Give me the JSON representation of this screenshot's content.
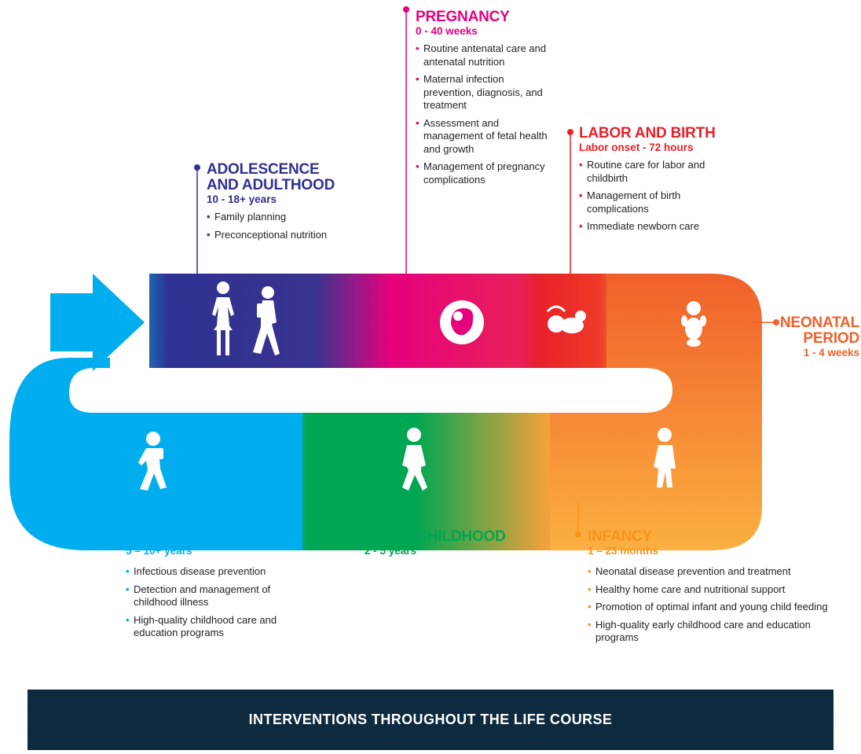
{
  "footer": {
    "title": "INTERVENTIONS THROUGHOUT THE LIFE COURSE"
  },
  "colors": {
    "adolescence": "#2e3192",
    "pregnancy": "#e6007e",
    "labor": "#e8202a",
    "neonatal": "#f0602a",
    "infancy": "#f7941d",
    "early_childhood": "#00a651",
    "school_age": "#00aeef",
    "footer_bg": "#0d2a3f"
  },
  "stages": {
    "adolescence": {
      "title_line1": "ADOLESCENCE",
      "title_line2": "AND ADULTHOOD",
      "subtitle": "10 - 18+ years",
      "items": [
        "Family planning",
        "Preconceptional nutrition"
      ]
    },
    "pregnancy": {
      "title": "PREGNANCY",
      "subtitle": "0 - 40 weeks",
      "items": [
        "Routine antenatal care and antenatal nutrition",
        "Maternal infection prevention, diagnosis, and treatment",
        "Assessment and management of fetal health and growth",
        "Management of pregnancy complications"
      ]
    },
    "labor": {
      "title": "LABOR AND BIRTH",
      "subtitle": "Labor onset - 72 hours",
      "items": [
        "Routine care for labor and childbirth",
        "Management of birth complications",
        "Immediate newborn care"
      ]
    },
    "neonatal": {
      "title_line1": "NEONATAL",
      "title_line2": "PERIOD",
      "subtitle": "1 - 4 weeks"
    },
    "infancy": {
      "title": "INFANCY",
      "subtitle": "1 – 23 months",
      "items": [
        "Neonatal disease  prevention and treatment",
        "Healthy home care and nutritional support",
        "Promotion of optimal infant and young child feeding",
        "High-quality early childhood care and education programs"
      ]
    },
    "early_childhood": {
      "title": "EARLY CHILDHOOD",
      "subtitle": "2 - 5 years"
    },
    "school_age": {
      "title": "SCHOOL AGE",
      "subtitle": "5 – 10+ years",
      "items": [
        "Infectious disease prevention",
        "Detection and management of childhood illness",
        "High-quality childhood care and education programs"
      ]
    }
  }
}
